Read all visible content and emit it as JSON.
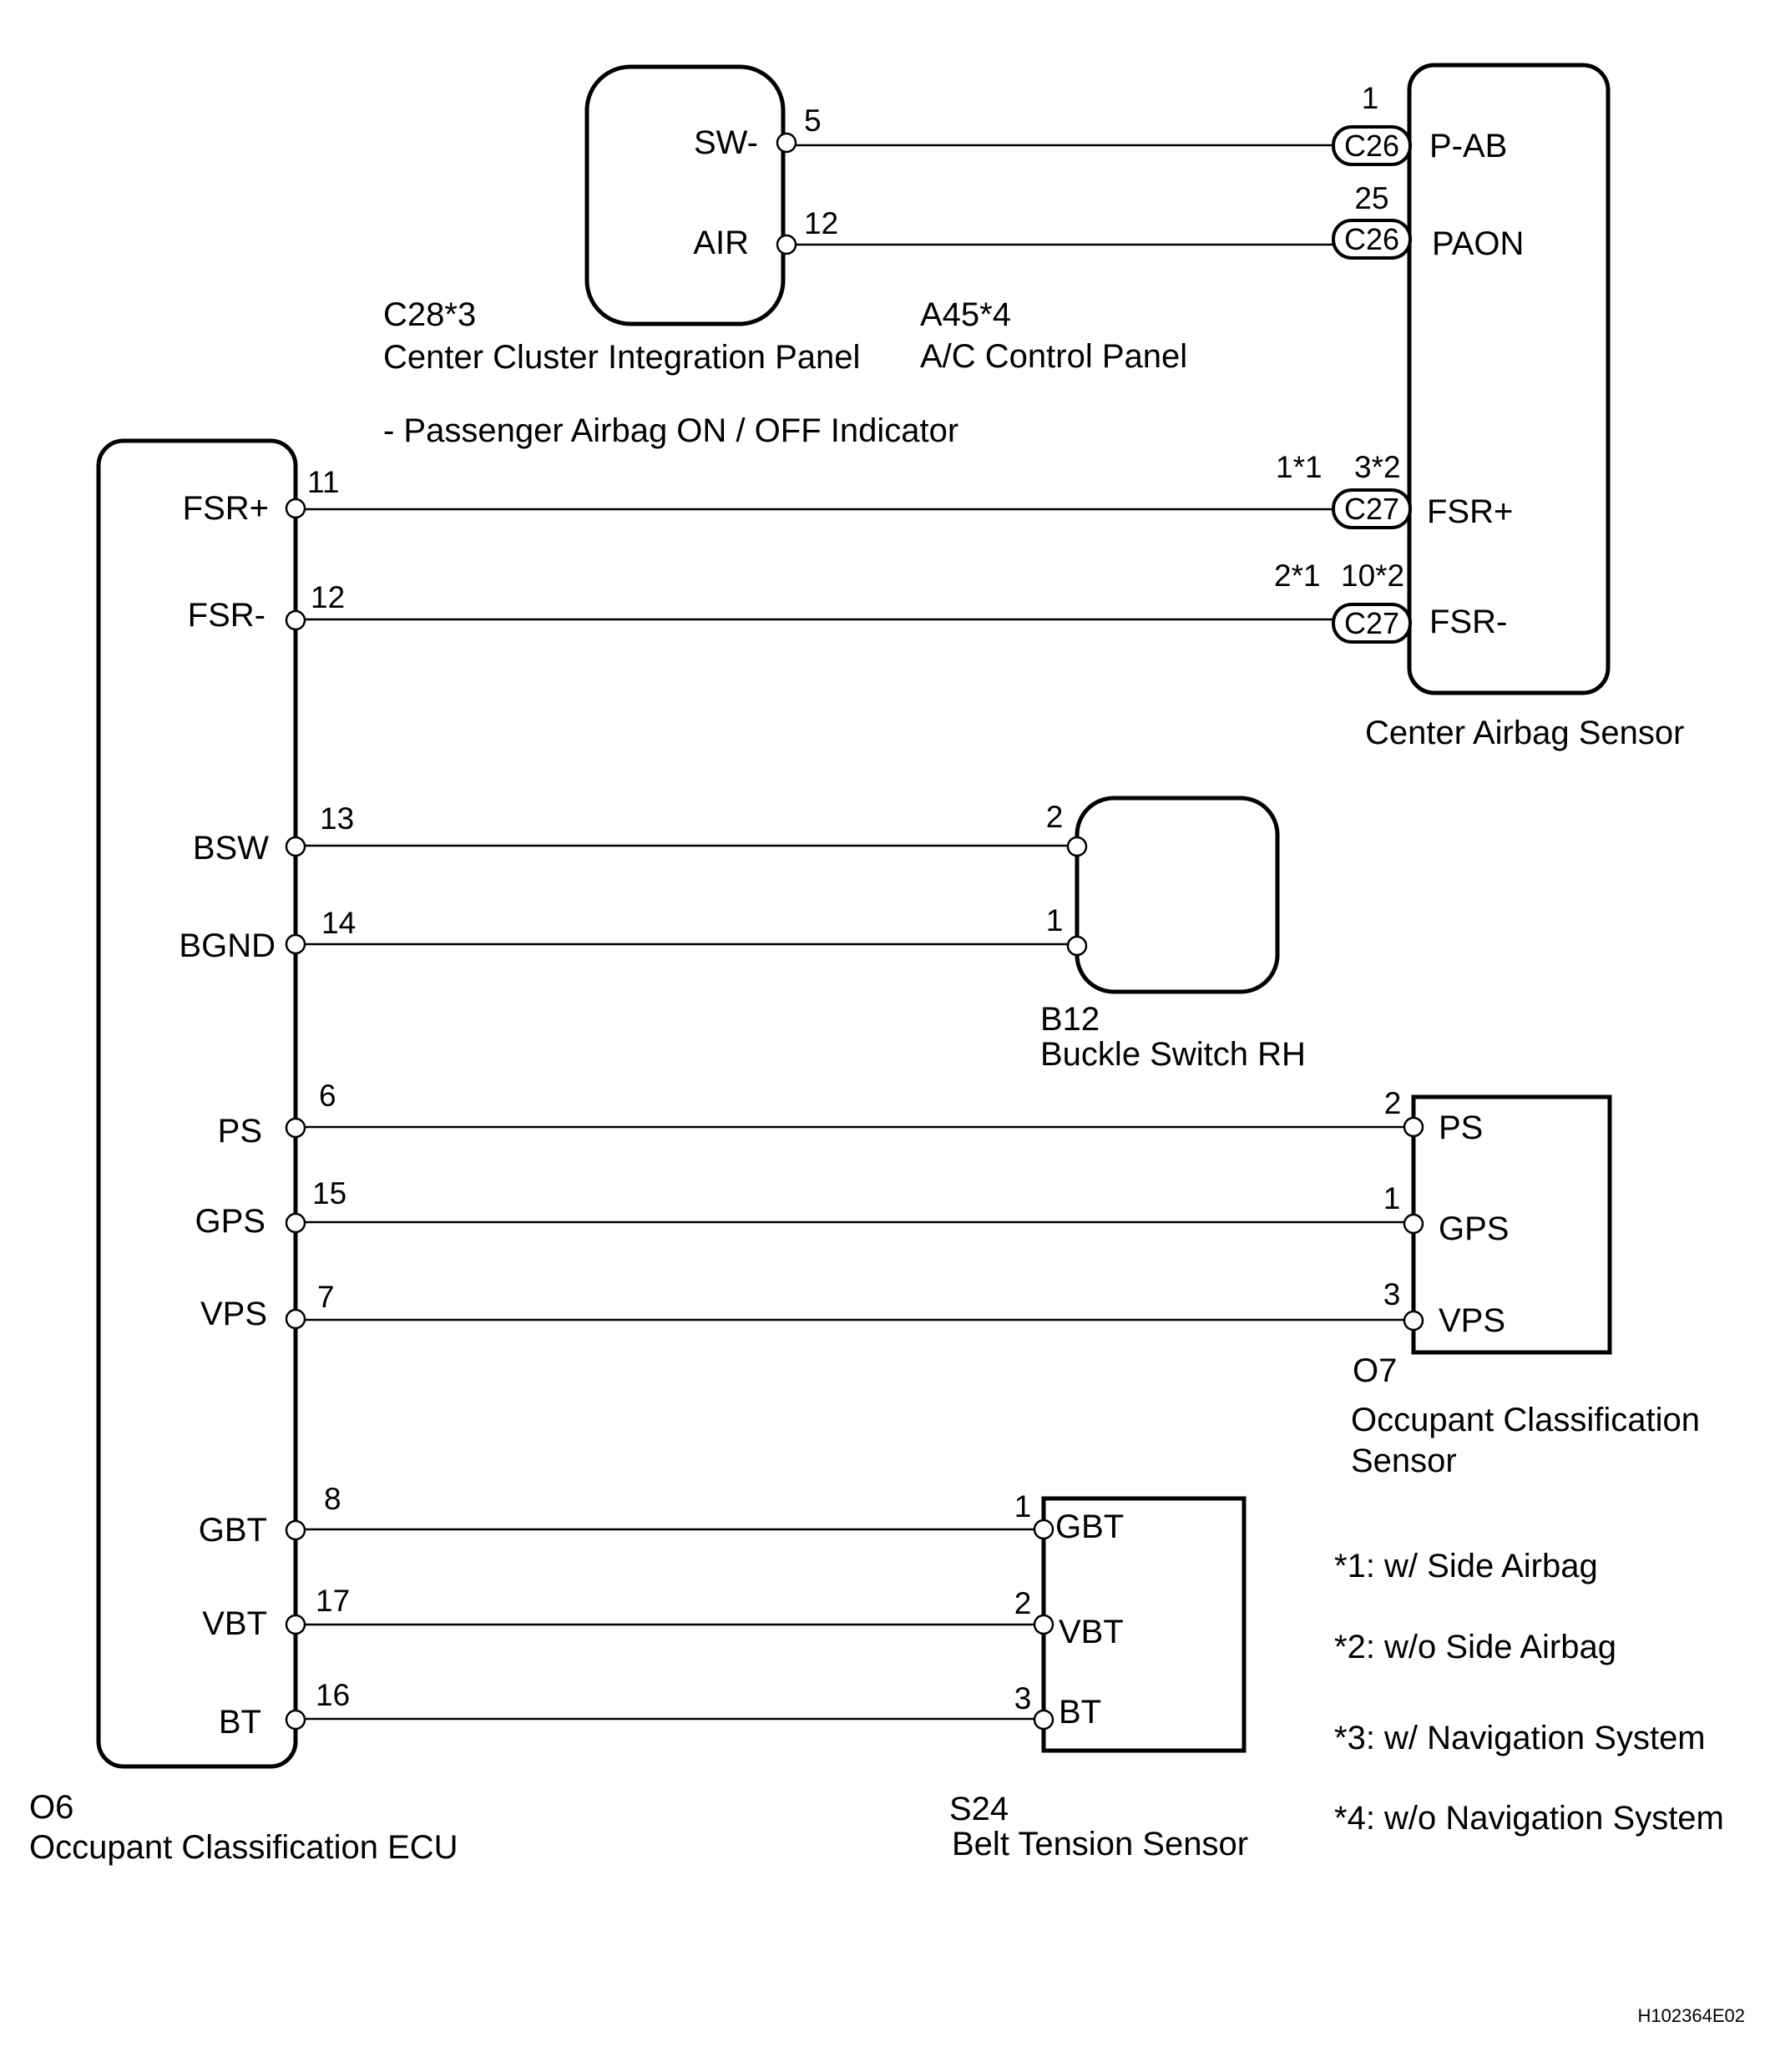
{
  "components": {
    "center_cluster": {
      "code": "C28*3",
      "name": "Center Cluster Integration Panel",
      "subtitle": "- Passenger Airbag ON / OFF Indicator",
      "terminals": {
        "sw_minus": "SW-",
        "air": "AIR"
      },
      "pins": {
        "sw_minus": "5",
        "air": "12"
      }
    },
    "ac_panel": {
      "code": "A45*4",
      "name": "A/C Control Panel"
    },
    "center_airbag_sensor": {
      "name": "Center Airbag Sensor",
      "terminals": {
        "p_ab": "P-AB",
        "paon": "PAON",
        "fsr_plus": "FSR+",
        "fsr_minus": "FSR-"
      },
      "pins": {
        "p_ab": "1",
        "paon": "25",
        "fsr_plus_a": "1*1",
        "fsr_plus_b": "3*2",
        "fsr_minus_a": "2*1",
        "fsr_minus_b": "10*2"
      },
      "connectors": {
        "c26": "C26",
        "c27": "C27"
      }
    },
    "occupant_ecu": {
      "code": "O6",
      "name": "Occupant Classification ECU",
      "terminals": {
        "fsr_plus": "FSR+",
        "fsr_minus": "FSR-",
        "bsw": "BSW",
        "bgnd": "BGND",
        "ps": "PS",
        "gps": "GPS",
        "vps": "VPS",
        "gbt": "GBT",
        "vbt": "VBT",
        "bt": "BT"
      },
      "pins": {
        "fsr_plus": "11",
        "fsr_minus": "12",
        "bsw": "13",
        "bgnd": "14",
        "ps": "6",
        "gps": "15",
        "vps": "7",
        "gbt": "8",
        "vbt": "17",
        "bt": "16"
      }
    },
    "buckle_switch": {
      "code": "B12",
      "name": "Buckle Switch RH",
      "pins": {
        "bsw": "2",
        "bgnd": "1"
      }
    },
    "occupant_sensor": {
      "code": "O7",
      "name_line1": "Occupant Classification",
      "name_line2": "Sensor",
      "terminals": {
        "ps": "PS",
        "gps": "GPS",
        "vps": "VPS"
      },
      "pins": {
        "ps": "2",
        "gps": "1",
        "vps": "3"
      }
    },
    "belt_tension_sensor": {
      "code": "S24",
      "name": "Belt Tension Sensor",
      "terminals": {
        "gbt": "GBT",
        "vbt": "VBT",
        "bt": "BT"
      },
      "pins": {
        "gbt": "1",
        "vbt": "2",
        "bt": "3"
      }
    }
  },
  "notes": [
    "*1: w/ Side Airbag",
    "*2: w/o Side Airbag",
    "*3: w/ Navigation System",
    "*4: w/o Navigation System"
  ],
  "figure_id": "H102364E02"
}
